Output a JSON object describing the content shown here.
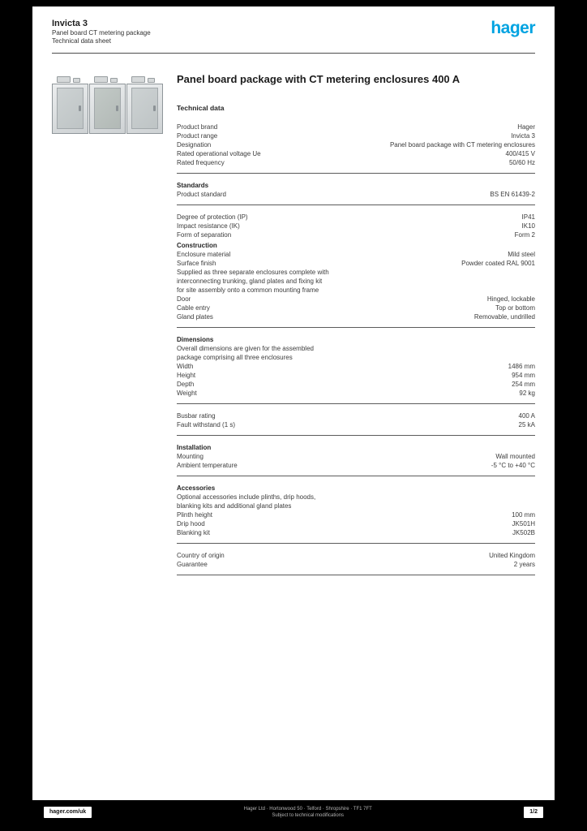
{
  "header": {
    "line1": "Invicta 3",
    "line2": "Panel board CT metering package",
    "line3": "Technical data sheet",
    "logo_text": "hager",
    "logo_color": "#00a3e1"
  },
  "main": {
    "title": "Panel board package with CT metering enclosures 400 A",
    "technical_label": "Technical data"
  },
  "sections": [
    {
      "divider": true,
      "items": [
        {
          "label": "Product brand",
          "value": "Hager"
        },
        {
          "label": "Product range",
          "value": "Invicta 3"
        },
        {
          "label": "Designation",
          "value": "Panel board package with CT metering enclosures"
        },
        {
          "label": "Rated operational voltage Ue",
          "value": "400/415 V"
        },
        {
          "label": "Rated frequency",
          "value": "50/60 Hz"
        }
      ]
    },
    {
      "heading": "Standards",
      "divider": true,
      "items": [
        {
          "label": "Product standard",
          "value": "BS EN 61439-2"
        }
      ]
    },
    {
      "divider": true,
      "items": [
        {
          "label": "Degree of protection (IP)",
          "value": "IP41"
        },
        {
          "label": "Impact resistance (IK)",
          "value": "IK10"
        },
        {
          "label": "Form of separation",
          "value": "Form 2"
        },
        {
          "sub": "Construction"
        },
        {
          "label": "Enclosure material",
          "value": "Mild steel"
        },
        {
          "label": "Surface finish",
          "value": "Powder coated RAL 9001"
        },
        {
          "text": "Supplied as three separate enclosures complete with"
        },
        {
          "text": "interconnecting trunking, gland plates and fixing kit"
        },
        {
          "text": "for site assembly onto a common mounting frame"
        },
        {
          "label": "Door",
          "value": "Hinged, lockable"
        },
        {
          "label": "Cable entry",
          "value": "Top or bottom"
        },
        {
          "label": "Gland plates",
          "value": "Removable, undrilled"
        }
      ]
    },
    {
      "heading": "Dimensions",
      "divider": true,
      "items": [
        {
          "text": "Overall dimensions are given for the assembled"
        },
        {
          "text": "package comprising all three enclosures"
        },
        {
          "label": "Width",
          "value": "1486 mm"
        },
        {
          "label": "Height",
          "value": "954 mm"
        },
        {
          "label": "Depth",
          "value": "254 mm"
        },
        {
          "label": "Weight",
          "value": "92 kg"
        }
      ]
    },
    {
      "divider": true,
      "items": [
        {
          "label": "Busbar rating",
          "value": "400 A"
        },
        {
          "label": "Fault withstand (1 s)",
          "value": "25 kA"
        }
      ]
    },
    {
      "heading": "Installation",
      "divider": true,
      "items": [
        {
          "label": "Mounting",
          "value": "Wall mounted"
        },
        {
          "label": "Ambient temperature",
          "value": "-5 °C to +40 °C"
        }
      ]
    },
    {
      "heading": "Accessories",
      "divider": true,
      "items": [
        {
          "text": "Optional accessories include plinths, drip hoods,"
        },
        {
          "text": "blanking kits and additional gland plates"
        },
        {
          "label": "Plinth height",
          "value": "100 mm"
        },
        {
          "label": "Drip hood",
          "value": "JK501H"
        },
        {
          "label": "Blanking kit",
          "value": "JK502B"
        }
      ]
    },
    {
      "divider": true,
      "items": [
        {
          "label": "Country of origin",
          "value": "United Kingdom"
        },
        {
          "label": "Guarantee",
          "value": "2 years"
        }
      ]
    }
  ],
  "footer": {
    "link": "hager.com/uk",
    "center_line1": "Hager Ltd · Hortonwood 50 · Telford · Shropshire · TF1 7FT",
    "center_line2": "Subject to technical modifications",
    "page": "1/2"
  }
}
